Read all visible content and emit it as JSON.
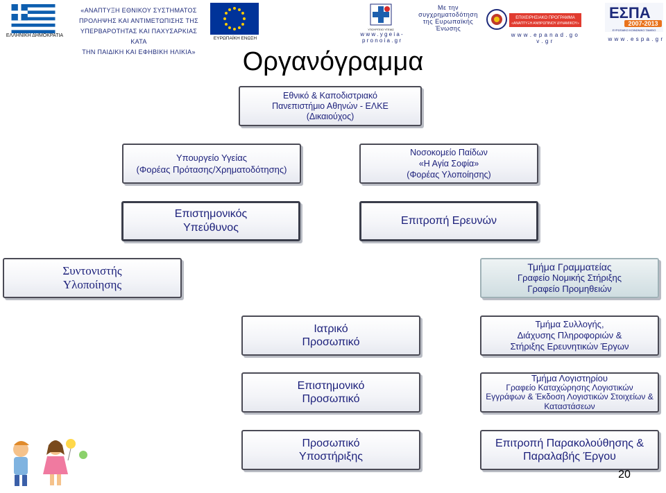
{
  "header": {
    "flag_caption": "ΕΛΛΗΝΙΚΗ ΔΗΜΟΚΡΑΤΙΑ",
    "program_title": [
      "«ΑΝΑΠΤΥΞΗ ΕΘΝΙΚΟΥ ΣΥΣΤΗΜΑΤΟΣ",
      "ΠΡΟΛΗΨΗΣ ΚΑΙ ΑΝΤΙΜΕΤΩΠΙΣΗΣ ΤΗΣ",
      "ΥΠΕΡΒΑΡΟΤΗΤΑΣ ΚΑΙ ΠΑΧΥΣΑΡΚΙΑΣ ΚΑΤΑ",
      "ΤΗΝ ΠΑΙΔΙΚΗ ΚΑΙ ΕΦΗΒΙΚΗ ΗΛΙΚΙΑ»"
    ],
    "eu_caption": "ΕΥΡΩΠΑΪΚΗ ΕΝΩΣΗ",
    "moh_caption": "ΥΠΟΥΡΓΕΙΟ ΥΓΕΙΑΣ",
    "moh_url": [
      "w w w . y g e i a -",
      "p r o n o i a . g r"
    ],
    "cofinance": [
      "Με την",
      "συγχρηματοδότηση",
      "της Ευρωπαϊκής",
      "Ένωσης"
    ],
    "epan_lines": [
      "ΕΠΙΧΕΙΡΗΣΙΑΚΟ ΠΡΟΓΡΑΜΜΑ",
      "«ΑΝΑΠΤΥΞΗ ΑΝΘΡΩΠΙΝΟΥ ΔΥΝΑΜΙΚΟΥ»"
    ],
    "epan_url": "w w w . e p a n a d . g o v . g r",
    "espa_text": "ΕΣΠΑ",
    "espa_years": "2007-2013",
    "espa_sub": "ΕΥΡΩΠΑΪΚΟ ΚΟΙΝΩΝΙΚΟ ΤΑΜΕΙΟ",
    "espa_url": "w w w . e s p a . g r"
  },
  "title": "Οργανόγραμμα",
  "boxes": {
    "ekpa": [
      "Εθνικό & Καποδιστριακό",
      "Πανεπιστήμιο Αθηνών - ΕΛΚΕ",
      "(Δικαιούχος)"
    ],
    "ministry": [
      "Υπουργείο Υγείας",
      "(Φορέας Πρότασης/Χρηματοδότησης)"
    ],
    "hospital": [
      "Νοσοκομείο Παίδων",
      "«Η Αγία Σοφία»",
      "(Φορέας Υλοποίησης)"
    ],
    "scientific_lead": [
      "Επιστημονικός",
      "Υπεύθυνος"
    ],
    "research_committee": [
      "Επιτροπή Ερευνών"
    ],
    "coordinator": [
      "Συντονιστής",
      "Υλοποίησης"
    ],
    "secretariat": [
      "Τμήμα Γραμματείας",
      "Γραφείο Νομικής Στήριξης",
      "Γραφείο Προμηθειών"
    ],
    "medical_staff": [
      "Ιατρικό",
      "Προσωπικό"
    ],
    "data_collection": [
      "Τμήμα Συλλογής,",
      "Διάχυσης Πληροφοριών &",
      "Στήριξης Ερευνητικών Έργων"
    ],
    "scientific_staff": [
      "Επιστημονικό",
      "Προσωπικό"
    ],
    "accounting": [
      "Τμήμα Λογιστηρίου",
      "Γραφείο Καταχώρησης Λογιστικών",
      "Εγγράφων & Έκδοση Λογιστικών Στοιχείων &",
      "Καταστάσεων"
    ],
    "support_staff": [
      "Προσωπικό",
      "Υποστήριξης"
    ],
    "monitoring_committee": [
      "Επιτροπή Παρακολούθησης &",
      "Παραλαβής Έργου"
    ]
  },
  "page_number": "20",
  "colors": {
    "box_text": "#1b1f7a",
    "box_border": "#4a4a55",
    "teal_fill": "#cfdde1",
    "flag_blue": "#0d5eaf",
    "eu_blue": "#003399"
  }
}
